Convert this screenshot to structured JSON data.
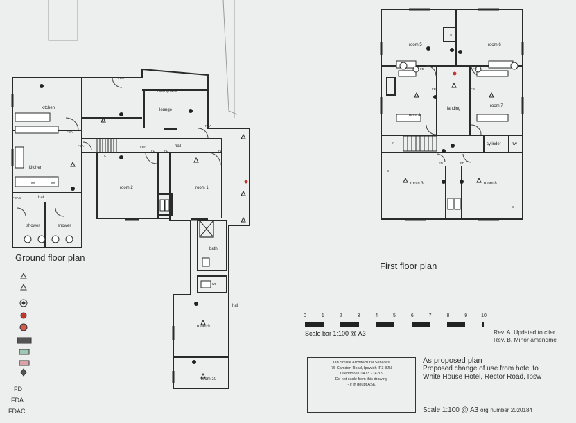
{
  "plans": {
    "ground_label": "Ground floor plan",
    "first_label": "First floor plan"
  },
  "rooms": {
    "kitchen_top": "kitchen",
    "kitchen_lower": "kitchen",
    "lounge": "lounge",
    "lounge_note": "1.5m high wall",
    "hall_ground": "hall",
    "hall_left": "hall",
    "hall_right": "hall",
    "room2": "room 2",
    "room1": "room 1",
    "shower_a": "shower",
    "shower_b": "shower",
    "bath": "bath",
    "wc_a": "wc",
    "wc_b": "wc",
    "wc_c": "wc",
    "room9": "room 9",
    "room10": "room 10",
    "room5": "room 5",
    "room6": "room 6",
    "room4": "room 4",
    "room7": "room 7",
    "landing": "landing",
    "cylinder": "cylinder",
    "hw": "hw",
    "room3": "room 3",
    "room8": "room 8"
  },
  "door_codes": {
    "fd": "FD",
    "fda": "FDA",
    "fdac": "FDAC",
    "c": "C"
  },
  "legend": {
    "rows": [
      {
        "sym": "heat-detector-icon",
        "code": ""
      },
      {
        "sym": "smoke-detector-icon",
        "code": ""
      },
      {
        "sym": "alarm-sounder-icon",
        "code": ""
      },
      {
        "sym": "fire-extinguisher-icon",
        "code": ""
      },
      {
        "sym": "call-point-icon",
        "code": ""
      },
      {
        "sym": "fire-blanket-icon",
        "code": ""
      },
      {
        "sym": "wired-glass-icon",
        "code": ""
      },
      {
        "sym": "control-panel-icon",
        "code": ""
      },
      {
        "sym": "emergency-light-icon",
        "code": ""
      },
      {
        "sym": "",
        "code": "FD"
      },
      {
        "sym": "",
        "code": "FDA"
      },
      {
        "sym": "",
        "code": "FDAC"
      }
    ]
  },
  "scale": {
    "ticks": [
      "0",
      "1",
      "2",
      "3",
      "4",
      "5",
      "6",
      "7",
      "8",
      "9",
      "10"
    ],
    "caption": "Scale bar 1:100 @ A3"
  },
  "revisions": {
    "rev_a": "Rev. A. Updated to clier",
    "rev_b": "Rev. B. Minor amendme"
  },
  "titlebox": {
    "line1": "Ian Smillie Architectural Services",
    "line2": "75 Camden Road, Ipswich IP3 8JN",
    "line3": "Telephone 01473 714209",
    "line4": "Do not scale from this drawing",
    "line5": "- if in doubt ASK"
  },
  "project": {
    "status": "As proposed plan",
    "line1": "Proposed change of use from hotel to",
    "line2": "White House Hotel, Rector Road, Ipsw",
    "scale_text": "Scale 1:100 @ A3",
    "org": "org",
    "number": "number 2020184"
  },
  "colors": {
    "paper": "#ecefee",
    "line": "#2a2a2a",
    "extinguisher_red": "#c0392b",
    "fire_blanket": "#d9a3a8",
    "sign_green": "#6aa88a"
  }
}
